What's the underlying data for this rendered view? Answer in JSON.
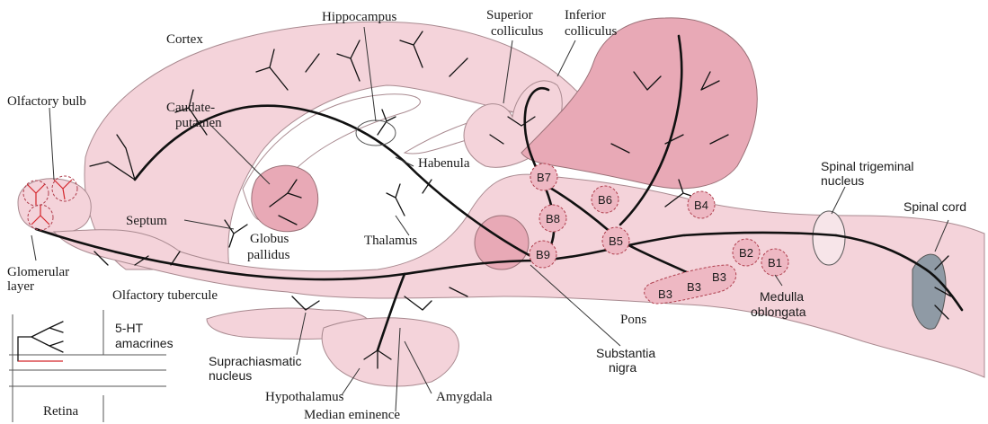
{
  "labels": {
    "cortex": "Cortex",
    "hippocampus": "Hippocampus",
    "superior_colliculus": [
      "Superior",
      "colliculus"
    ],
    "inferior_colliculus": [
      "Inferior",
      "colliculus"
    ],
    "olfactory_bulb": "Olfactory bulb",
    "caudate_putamen": [
      "Caudate-",
      "putamen"
    ],
    "habenula": "Habenula",
    "spinal_trigeminal": [
      "Spinal trigeminal",
      "nucleus"
    ],
    "spinal_cord": "Spinal cord",
    "septum": "Septum",
    "globus_pallidus": [
      "Globus",
      "pallidus"
    ],
    "thalamus": "Thalamus",
    "glomerular_layer": [
      "Glomerular",
      "layer"
    ],
    "olfactory_tubercule": "Olfactory tubercule",
    "medulla": [
      "Medulla",
      "oblongata"
    ],
    "pons": "Pons",
    "ht_amacrines": [
      "5-HT",
      "amacrines"
    ],
    "suprachiasmatic": [
      "Suprachiasmatic",
      "nucleus"
    ],
    "substantia_nigra": [
      "Substantia",
      "nigra"
    ],
    "hypothalamus": "Hypothalamus",
    "amygdala": "Amygdala",
    "retina": "Retina",
    "median_eminence": "Median eminence"
  },
  "nuclei": {
    "b1": "B1",
    "b2": "B2",
    "b3a": "B3",
    "b3b": "B3",
    "b3c": "B3",
    "b4": "B4",
    "b5": "B5",
    "b6": "B6",
    "b7": "B7",
    "b8": "B8",
    "b9": "B9"
  },
  "colors": {
    "tissue": "#f4d3da",
    "tissue_dark": "#e8a9b6",
    "nucleus_outline": "#b0404f",
    "olfactory_terminals": "#d4262b",
    "spinal_cord_gray": "#8f9aa5"
  }
}
